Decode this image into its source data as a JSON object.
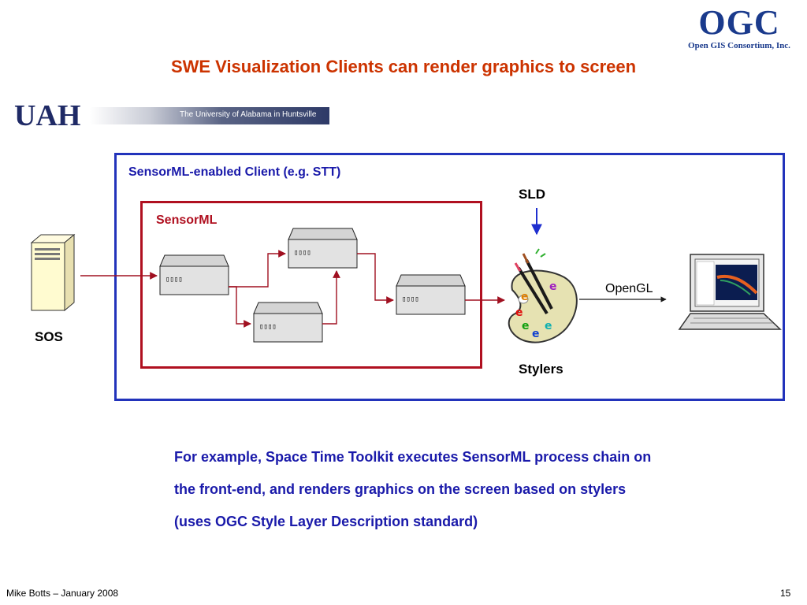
{
  "slide": {
    "title": "SWE Visualization Clients can render graphics to screen",
    "footer_author": "Mike Botts – January 2008",
    "page_number": "15"
  },
  "logos": {
    "ogc_letters": "OGC",
    "ogc_subtitle": "Open GIS Consortium, Inc.",
    "uah_letters": "UAH",
    "uah_tagline": "The University of Alabama in Huntsville"
  },
  "diagram": {
    "client_box_label": "SensorML-enabled Client (e.g. STT)",
    "sensorml_box_label": "SensorML",
    "sld_label": "SLD",
    "stylers_label": "Stylers",
    "sos_label": "SOS",
    "opengl_label": "OpenGL",
    "process_block_glyphs": "▯▯▯▯",
    "colors": {
      "client_border": "#2233bb",
      "sensorml_border": "#b01020",
      "arrow_dark_red": "#a01020",
      "sld_arrow": "#1f2fcf",
      "title_red": "#cc3300"
    },
    "icons": [
      "server-icon",
      "palette-icon",
      "laptop-icon"
    ]
  },
  "description": "For example, Space Time Toolkit executes SensorML process chain on the front-end, and renders graphics on the screen based on stylers (uses OGC Style Layer Description standard)"
}
